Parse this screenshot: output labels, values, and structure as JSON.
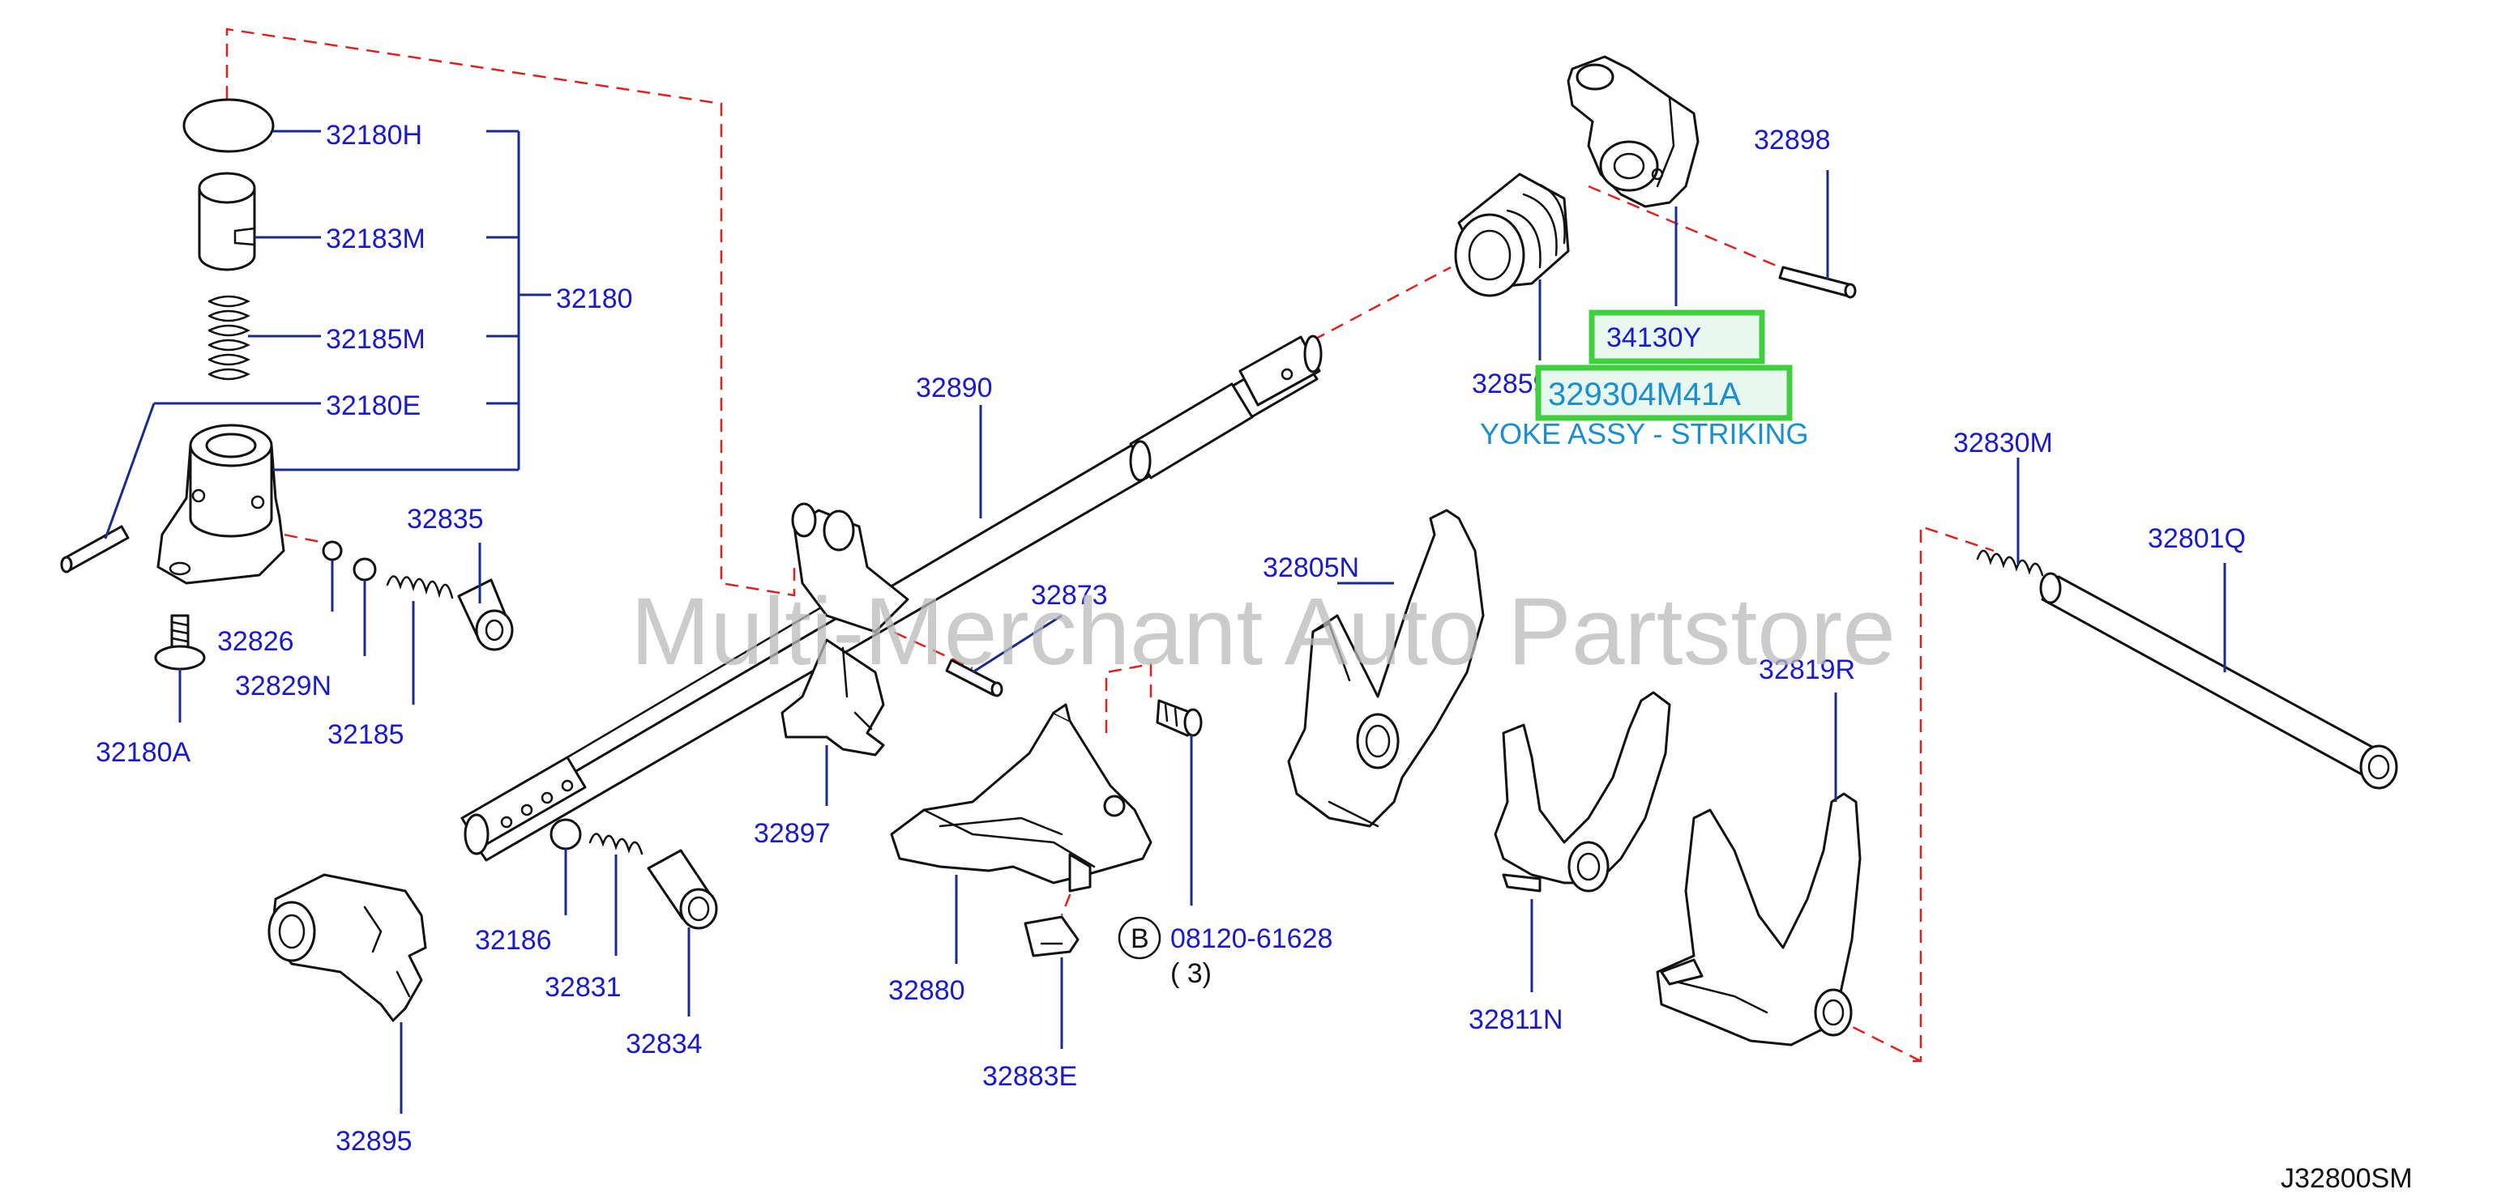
{
  "watermark": "Multi-Merchant Auto Partstore",
  "diagram_code": "J32800SM",
  "highlighted": {
    "part_a": "34130Y",
    "part_b": "329304M41A",
    "description": "YOKE ASSY - STRIKING"
  },
  "bolt_badge": "B",
  "bolt_qty": "( 3)",
  "colors": {
    "label": "#1a1acc",
    "highlight_border": "#3fcf3f",
    "highlight_text": "#1a8fd0",
    "dashed_line": "#e02020"
  },
  "labels": {
    "p32180H": "32180H",
    "p32183M": "32183M",
    "p32185M": "32185M",
    "p32180": "32180",
    "p32180E": "32180E",
    "p32835": "32835",
    "p32826": "32826",
    "p32829N": "32829N",
    "p32185": "32185",
    "p32180A": "32180A",
    "p32890": "32890",
    "p32873": "32873",
    "p32897": "32897",
    "p32186": "32186",
    "p32831": "32831",
    "p32834": "32834",
    "p32895": "32895",
    "p32880": "32880",
    "p32883E": "32883E",
    "p08120": "08120-61628",
    "p32859": "32859",
    "p32898": "32898",
    "p32805N": "32805N",
    "p32811N": "32811N",
    "p32819R": "32819R",
    "p32830M": "32830M",
    "p32801Q": "32801Q"
  }
}
